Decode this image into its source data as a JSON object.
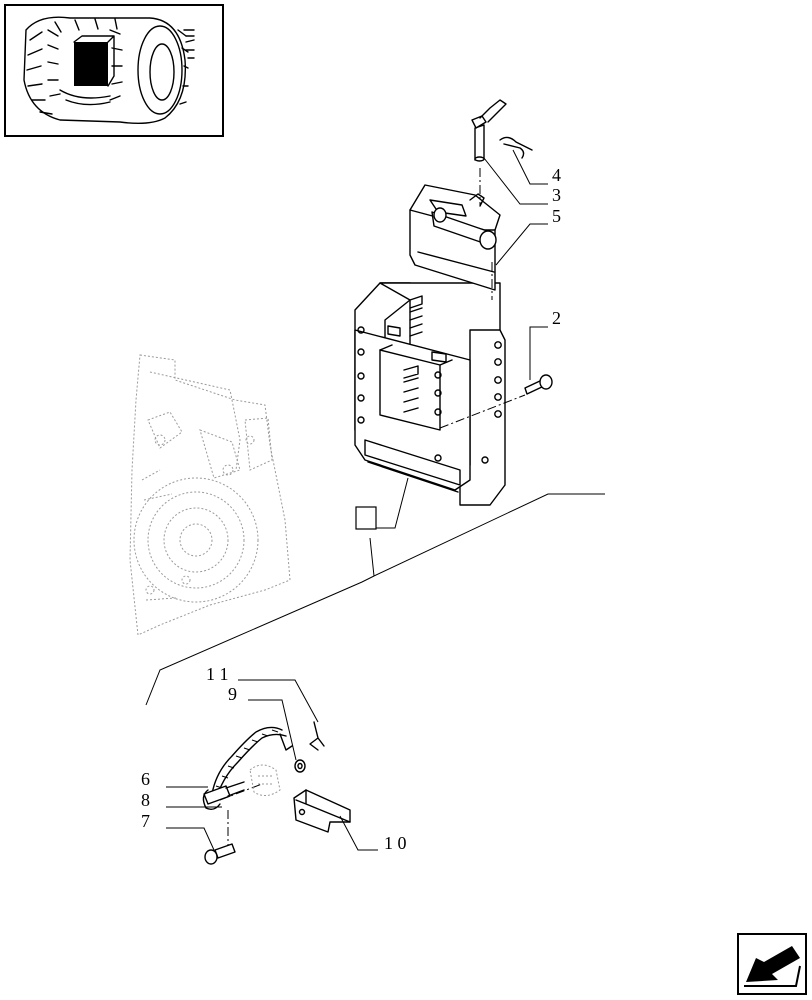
{
  "callouts": {
    "c1": "4",
    "c2": "3",
    "c3": "5",
    "c4": "2",
    "c5": "1 1",
    "c6": "9",
    "c7": "6",
    "c8": "8",
    "c9": "7",
    "c10": "1 0"
  },
  "icons": {
    "thumbnail": "tractor-rear-wheel-thumbnail",
    "navigation": "arrow-back-icon"
  }
}
